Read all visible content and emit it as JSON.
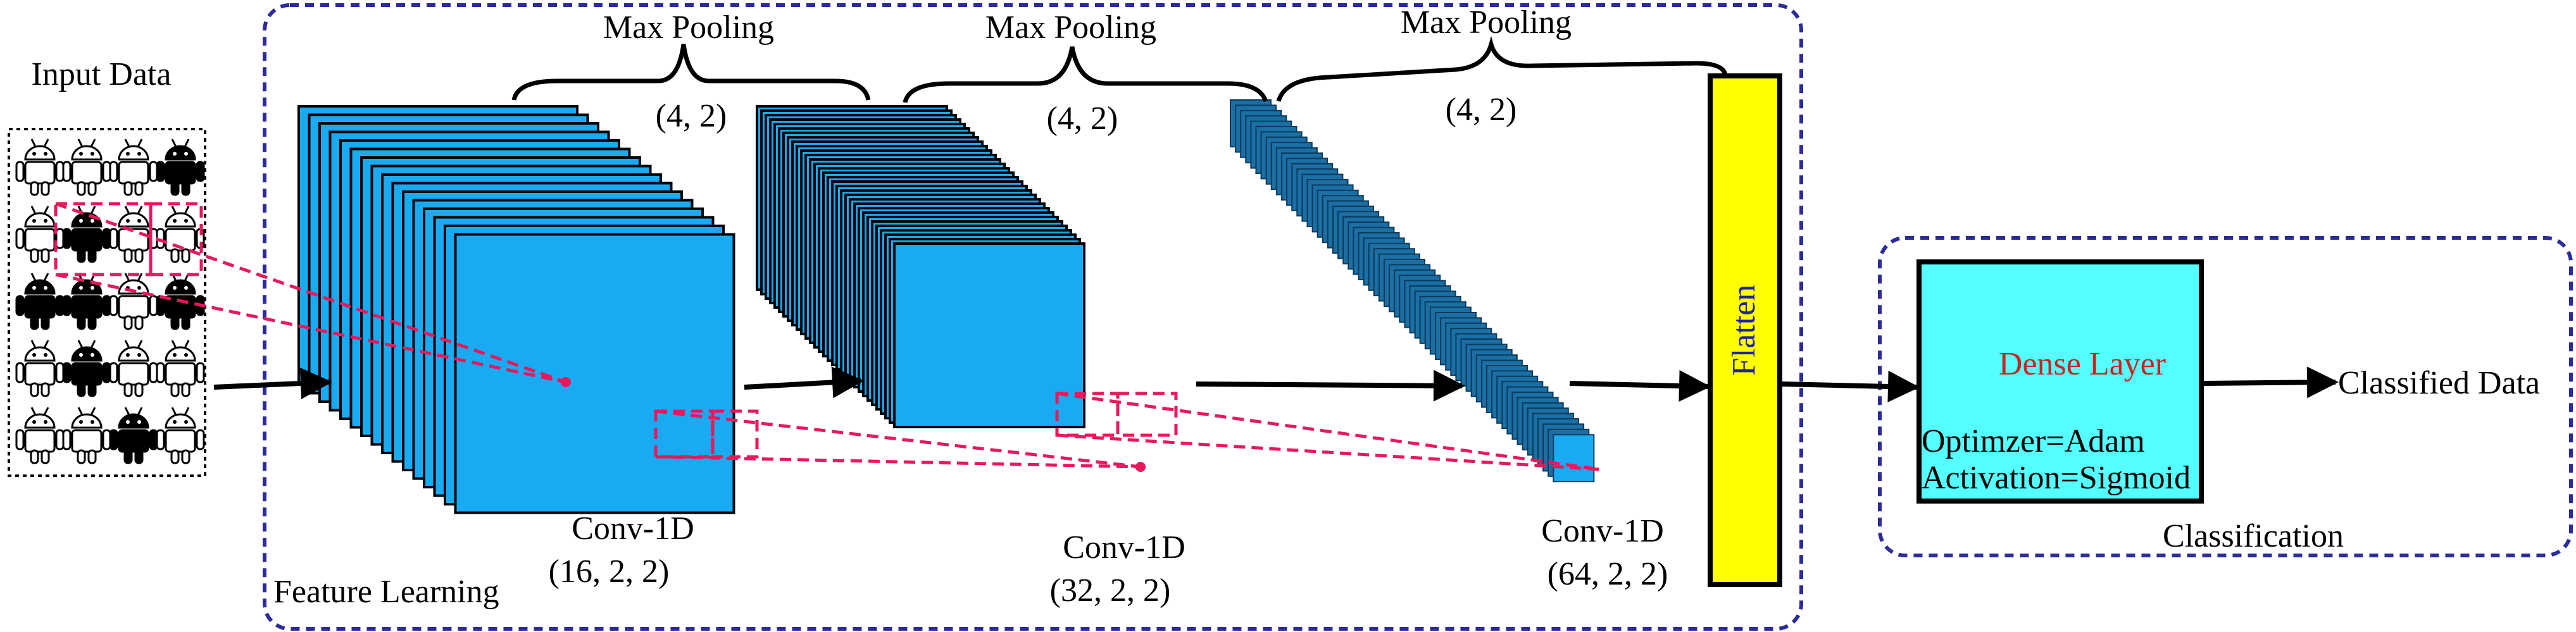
{
  "labels": {
    "input_data": "Input Data",
    "feature_learning": "Feature Learning",
    "classification": "Classification",
    "classified_data": "Classified Data",
    "flatten": "Flatten",
    "dense_layer": "Dense Layer",
    "optimizer": "Optimzer=Adam",
    "activation": "Activation=Sigmoid"
  },
  "pooling": [
    {
      "label": "Max Pooling",
      "params": "(4, 2)"
    },
    {
      "label": "Max Pooling",
      "params": "(4, 2)"
    },
    {
      "label": "Max Pooling",
      "params": "(4, 2)"
    }
  ],
  "conv_layers": [
    {
      "label": "Conv-1D",
      "params": "(16, 2, 2)"
    },
    {
      "label": "Conv-1D",
      "params": "(32, 2, 2)"
    },
    {
      "label": "Conv-1D",
      "params": "(64, 2, 2)"
    }
  ],
  "input_grid": [
    [
      "white",
      "white",
      "white",
      "black"
    ],
    [
      "white",
      "black",
      "white",
      "white"
    ],
    [
      "black",
      "black",
      "white",
      "black"
    ],
    [
      "white",
      "black",
      "white",
      "white"
    ],
    [
      "white",
      "white",
      "black",
      "white"
    ]
  ],
  "colors": {
    "frame": "#2b2b9a",
    "feature_map": "#19aaf2",
    "feature_map_dark": "#1a6fa5",
    "flatten": "#ffff00",
    "flatten_text": "#2020b0",
    "dense": "#55ffff",
    "dense_title": "#cc2222",
    "projection": "#e8195a"
  }
}
